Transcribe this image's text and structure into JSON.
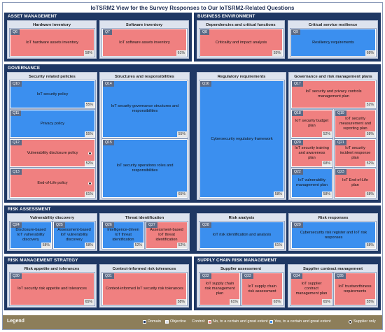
{
  "title": "IoTSRM2 View for the Survey Responses to Our IoTSRM2-Related Questions",
  "colors": {
    "domain": "#1f3864",
    "objective": "#dde3ee",
    "no": "#f08080",
    "yes": "#3b8fef",
    "legend_bg": "#8d7e5a"
  },
  "domains": {
    "asset_management": {
      "title": "ASSET MANAGEMENT"
    },
    "business_environment": {
      "title": "BUSINESS ENVIRONMENT"
    },
    "governance": {
      "title": "GOVERNANCE"
    },
    "risk_assessment": {
      "title": "RISK ASSESSMENT"
    },
    "risk_management_strategy": {
      "title": "RISK MANAGEMENT STRATEGY"
    },
    "supply_chain": {
      "title": "SUPPLY CHAIN RISK MANAGEMENT"
    }
  },
  "categories": {
    "hardware": "Hardware inventory",
    "software": "Software inventory",
    "dependencies": "Dependencies and critical functions",
    "resilience": "Critical service resilience",
    "security_policies": "Security related policies",
    "structures": "Structures and responsibilities",
    "regulatory": "Regulatory requirements",
    "plans": "Governance and risk management plans",
    "vuln_discovery": "Vulnerability discovery",
    "threat_id": "Threat identification",
    "risk_analysis": "Risk analysis",
    "risk_responses": "Risk responses",
    "risk_appetite": "Risk appetite and tolerances",
    "context_tolerances": "Context-informed risk tolerances",
    "supplier_assessment": "Supplier assessment",
    "supplier_contract": "Supplier contract management"
  },
  "controls": {
    "q6": {
      "id": "Q6",
      "text": "IoT hardware assets inventory",
      "pct": "58%",
      "status": "no"
    },
    "q7": {
      "id": "Q7",
      "text": "IoT software assets inventory",
      "pct": "61%",
      "status": "no"
    },
    "q8": {
      "id": "Q8",
      "text": "Criticality and impact analysis",
      "pct": "55%",
      "status": "no"
    },
    "q9": {
      "id": "Q9",
      "text": "Resiliency requirements",
      "pct": "68%",
      "status": "yes"
    },
    "q10": {
      "id": "Q10",
      "text": "IoT security policy",
      "pct": "55%",
      "status": "yes"
    },
    "q11": {
      "id": "Q11",
      "text": "Privacy policy",
      "pct": "55%",
      "status": "yes"
    },
    "q12": {
      "id": "Q12",
      "text": "Vulnerability disclosure policy",
      "pct": "52%",
      "status": "no"
    },
    "q13": {
      "id": "Q13",
      "text": "End-of-Life policy",
      "pct": "61%",
      "status": "no"
    },
    "q14": {
      "id": "Q14",
      "text": "IoT security governance structures and responsibilities",
      "pct": "55%",
      "status": "yes"
    },
    "q15": {
      "id": "Q15",
      "text": "IoT security operations roles and responsibilities",
      "pct": "65%",
      "status": "yes"
    },
    "q16": {
      "id": "Q16",
      "text": "Cybersecurity regulatory framework",
      "pct": "58%",
      "status": "yes"
    },
    "q17": {
      "id": "Q17",
      "text": "IoT security and privacy controls management plan",
      "pct": "52%",
      "status": "no"
    },
    "q18": {
      "id": "Q18",
      "text": "IoT security budget plan",
      "pct": "52%",
      "status": "no"
    },
    "q19": {
      "id": "Q19",
      "text": "IoT security measurement and reporting plan",
      "pct": "58%",
      "status": "no"
    },
    "q20": {
      "id": "Q20",
      "text": "IoT security training and awareness plan",
      "pct": "68%",
      "status": "no"
    },
    "q21": {
      "id": "Q21",
      "text": "IoT security incident response plan",
      "pct": "52%",
      "status": "no"
    },
    "q22": {
      "id": "Q22",
      "text": "IoT vulnerability management plan",
      "pct": "58%",
      "status": "yes"
    },
    "q23": {
      "id": "Q23",
      "text": "IoT End-of-Life plan",
      "pct": "68%",
      "status": "no"
    },
    "q24": {
      "id": "Q24",
      "text": "Disclosure-based IoT vulnerability discovery",
      "pct": "58%",
      "status": "yes"
    },
    "q25": {
      "id": "Q25",
      "text": "Assessment-based IoT vulnerability discovery",
      "pct": "58%",
      "status": "yes"
    },
    "q26": {
      "id": "Q26",
      "text": "Intelligence-driven IoT threat identification",
      "pct": "52%",
      "status": "yes"
    },
    "q27": {
      "id": "Q27",
      "text": "Assessment-based IoT threat identification",
      "pct": "52%",
      "status": "no"
    },
    "q28": {
      "id": "Q28",
      "text": "IoT risk identification and analysis",
      "pct": "61%",
      "status": "yes"
    },
    "q29": {
      "id": "Q29",
      "text": "Cybersecurity risk register and IoT risk responses",
      "pct": "58%",
      "status": "yes"
    },
    "q30": {
      "id": "Q30",
      "text": "IoT security risk appetite and tolerances",
      "pct": "65%",
      "status": "no"
    },
    "q31": {
      "id": "Q31",
      "text": "Context-informed IoT security risk tolerances",
      "pct": "58%",
      "status": "no"
    },
    "q32": {
      "id": "Q32",
      "text": "IoT supply chain risk management plan",
      "pct": "61%",
      "status": "no"
    },
    "q33": {
      "id": "Q33",
      "text": "IoT supply chain risk assessment",
      "pct": "65%",
      "status": "no"
    },
    "q34": {
      "id": "Q34",
      "text": "IoT supplier contract management plan",
      "pct": "65%",
      "status": "no"
    },
    "q35": {
      "id": "Q35",
      "text": "IoT trustworthiness requirements",
      "pct": "55%",
      "status": "no"
    }
  },
  "legend": {
    "title": "Legend",
    "domain": "Domain",
    "objective": "Objective",
    "control": "Control:",
    "no": "No, to a certain and great extent",
    "yes": "Yes, to a certain and great extent",
    "supplier_only": "Supplier only"
  }
}
